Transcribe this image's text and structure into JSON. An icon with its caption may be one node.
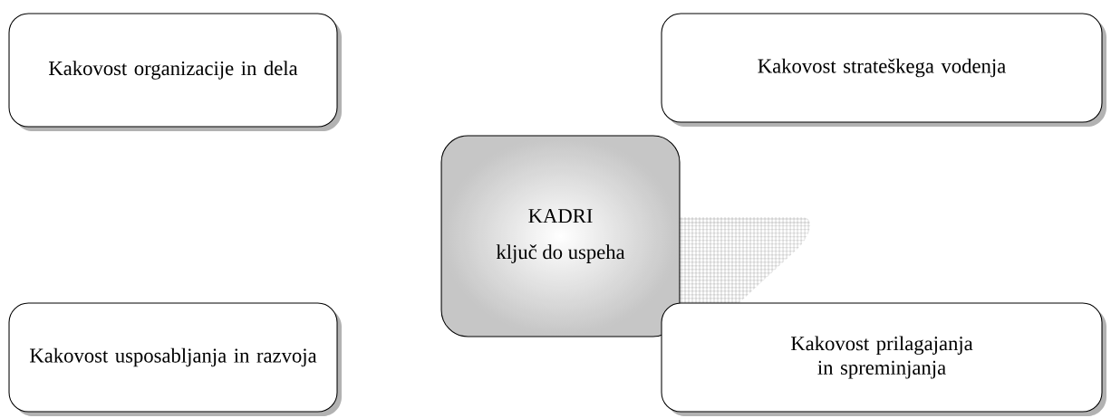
{
  "diagram": {
    "nodes": [
      {
        "text": [
          "Kakovost organizacije in dela"
        ]
      },
      {
        "text": [
          "Kakovost strateškega vodenja"
        ]
      },
      {
        "text": [
          "KADRI",
          "ključ do uspeha"
        ]
      },
      {
        "text": [
          "Kakovost usposabljanja in razvoja"
        ]
      },
      {
        "text": [
          "Kakovost prilagajanja in spreminjanja"
        ]
      }
    ]
  }
}
